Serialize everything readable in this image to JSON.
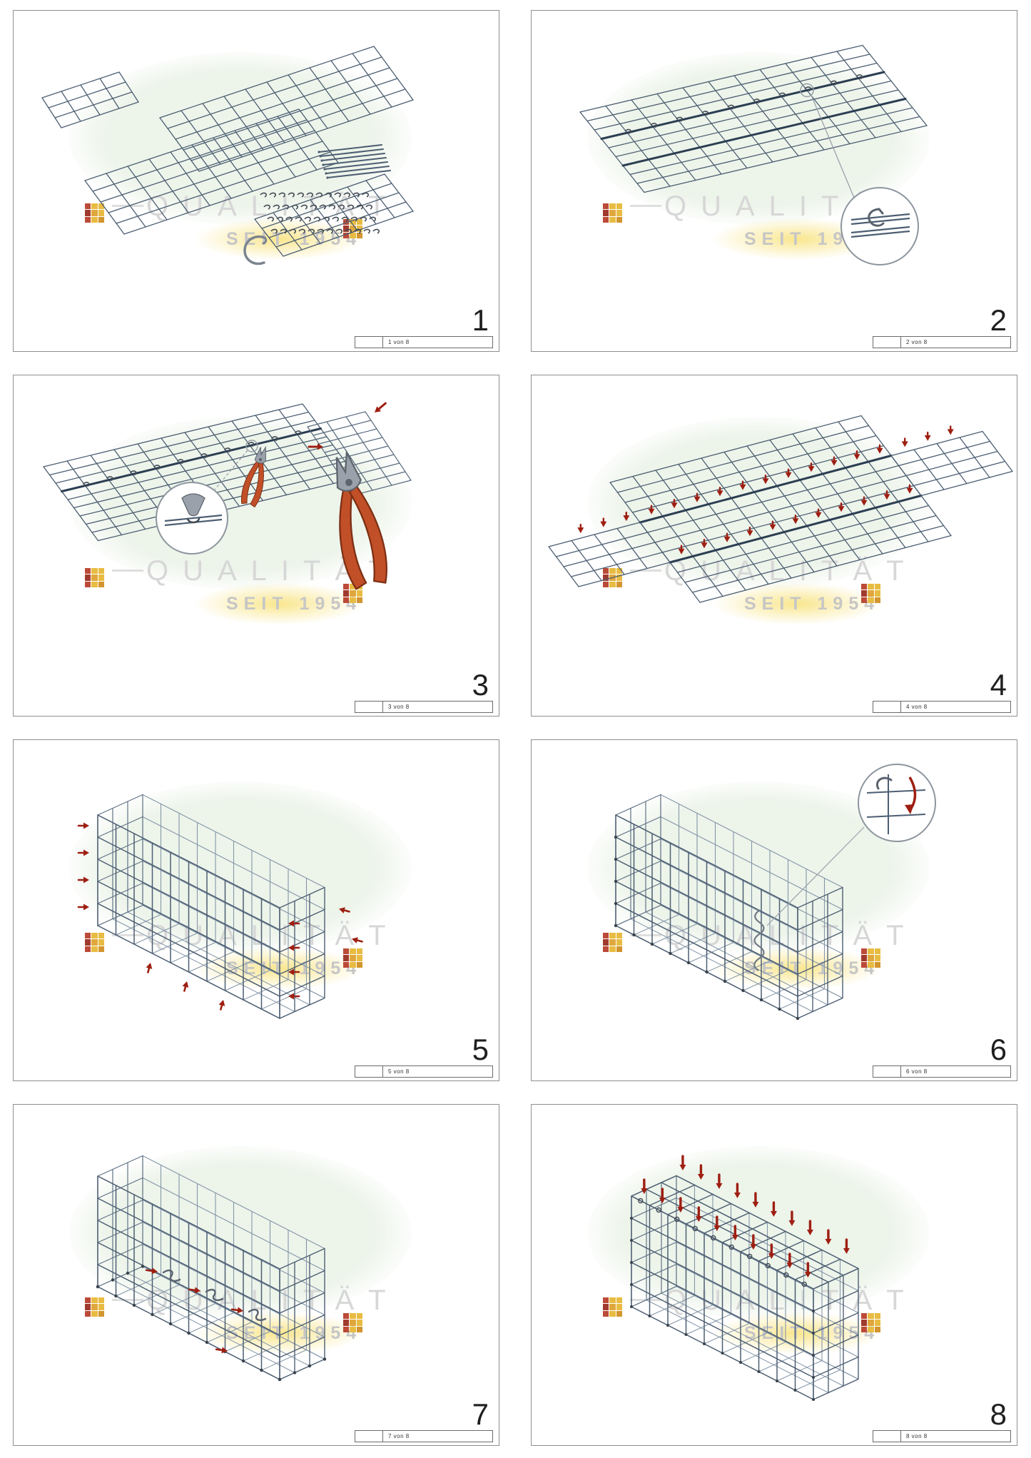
{
  "watermark": {
    "brand": "QUALITÄT",
    "since": "SEIT 1954"
  },
  "logo_colors": [
    [
      "#bc4a38",
      "#e8bc42",
      "#e8bc42"
    ],
    [
      "#a03a2e",
      "#dfa73c",
      "#e8bc42"
    ],
    [
      "#bc4a38",
      "#e8bc42",
      "#d3952f"
    ]
  ],
  "steps": [
    {
      "number": "1",
      "sheet_label": "1 von 8"
    },
    {
      "number": "2",
      "sheet_label": "2 von 8"
    },
    {
      "number": "3",
      "sheet_label": "3 von 8"
    },
    {
      "number": "4",
      "sheet_label": "4 von 8"
    },
    {
      "number": "5",
      "sheet_label": "5 von 8"
    },
    {
      "number": "6",
      "sheet_label": "6 von 8"
    },
    {
      "number": "7",
      "sheet_label": "7 von 8"
    },
    {
      "number": "8",
      "sheet_label": "8 von 8"
    }
  ],
  "colors": {
    "mesh": "#4c5e72",
    "mesh_light": "#8496a8",
    "seam": "#2c3e52",
    "arrow": "#9e1f12",
    "metal": "#8d959e",
    "plier_handle": "#c14f28",
    "watermark_green": "#edf4ea",
    "watermark_gray": "#d7d7d7",
    "watermark_yellow": "#f8e27a"
  }
}
